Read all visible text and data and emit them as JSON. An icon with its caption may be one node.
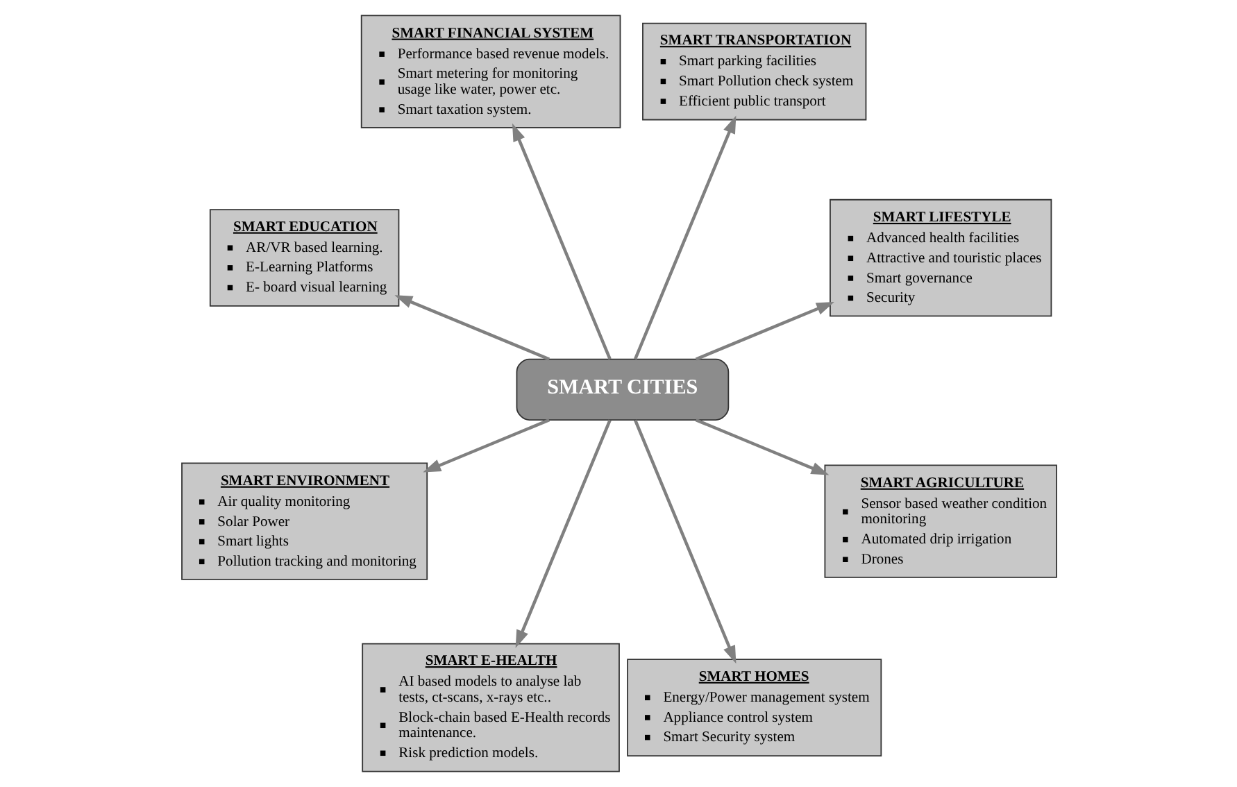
{
  "diagram": {
    "nodes": [
      {
        "text": [
          "SMART LIFESTYLE",
          "Advanced health facilities",
          "Attractive and touristic places",
          "Smart governance",
          "Security"
        ]
      },
      {
        "text": [
          "SMART TRANSPORTATION",
          "Smart parking facilities",
          "Smart Pollution check system",
          "Efficient public transport"
        ]
      },
      {
        "text": [
          "SMART FINANCIAL SYSTEM",
          "Performance based revenue models.",
          "Smart metering for monitoring usage like water, power etc.",
          "Smart taxation system."
        ]
      },
      {
        "text": [
          "SMART EDUCATION",
          "AR/VR based learning.",
          "E-Learning Platforms",
          "E- board visual learning"
        ]
      },
      {
        "text": [
          "SMART CITIES"
        ]
      },
      {
        "text": [
          "SMART ENVIRONMENT",
          "Air quality monitoring",
          "Solar Power",
          "Smart lights",
          "Pollution tracking and monitoring"
        ]
      },
      {
        "text": [
          "SMART E-HEALTH",
          "AI based models to analyse lab tests, ct-scans, x-rays etc..",
          "Block-chain based E-Health records maintenance.",
          "Risk prediction models."
        ]
      },
      {
        "text": [
          "SMART HOMES",
          "Energy/Power management system",
          "Appliance control system",
          "Smart Security system"
        ]
      },
      {
        "text": [
          "SMART AGRICULTURE",
          "Sensor based weather condition monitoring",
          "Automated drip irrigation",
          "Drones"
        ]
      }
    ],
    "edges": [
      {
        "from": 4,
        "to": 5,
        "arrow": "to"
      },
      {
        "from": 4,
        "to": 2,
        "arrow": "to"
      },
      {
        "from": 4,
        "to": 1,
        "arrow": "to"
      },
      {
        "from": 4,
        "to": 0,
        "arrow": "to"
      },
      {
        "from": 4,
        "to": 3,
        "arrow": "to"
      },
      {
        "from": 4,
        "to": 6,
        "arrow": "to"
      },
      {
        "from": 4,
        "to": 7,
        "arrow": "to"
      },
      {
        "from": 4,
        "to": 8,
        "arrow": "to"
      }
    ]
  }
}
